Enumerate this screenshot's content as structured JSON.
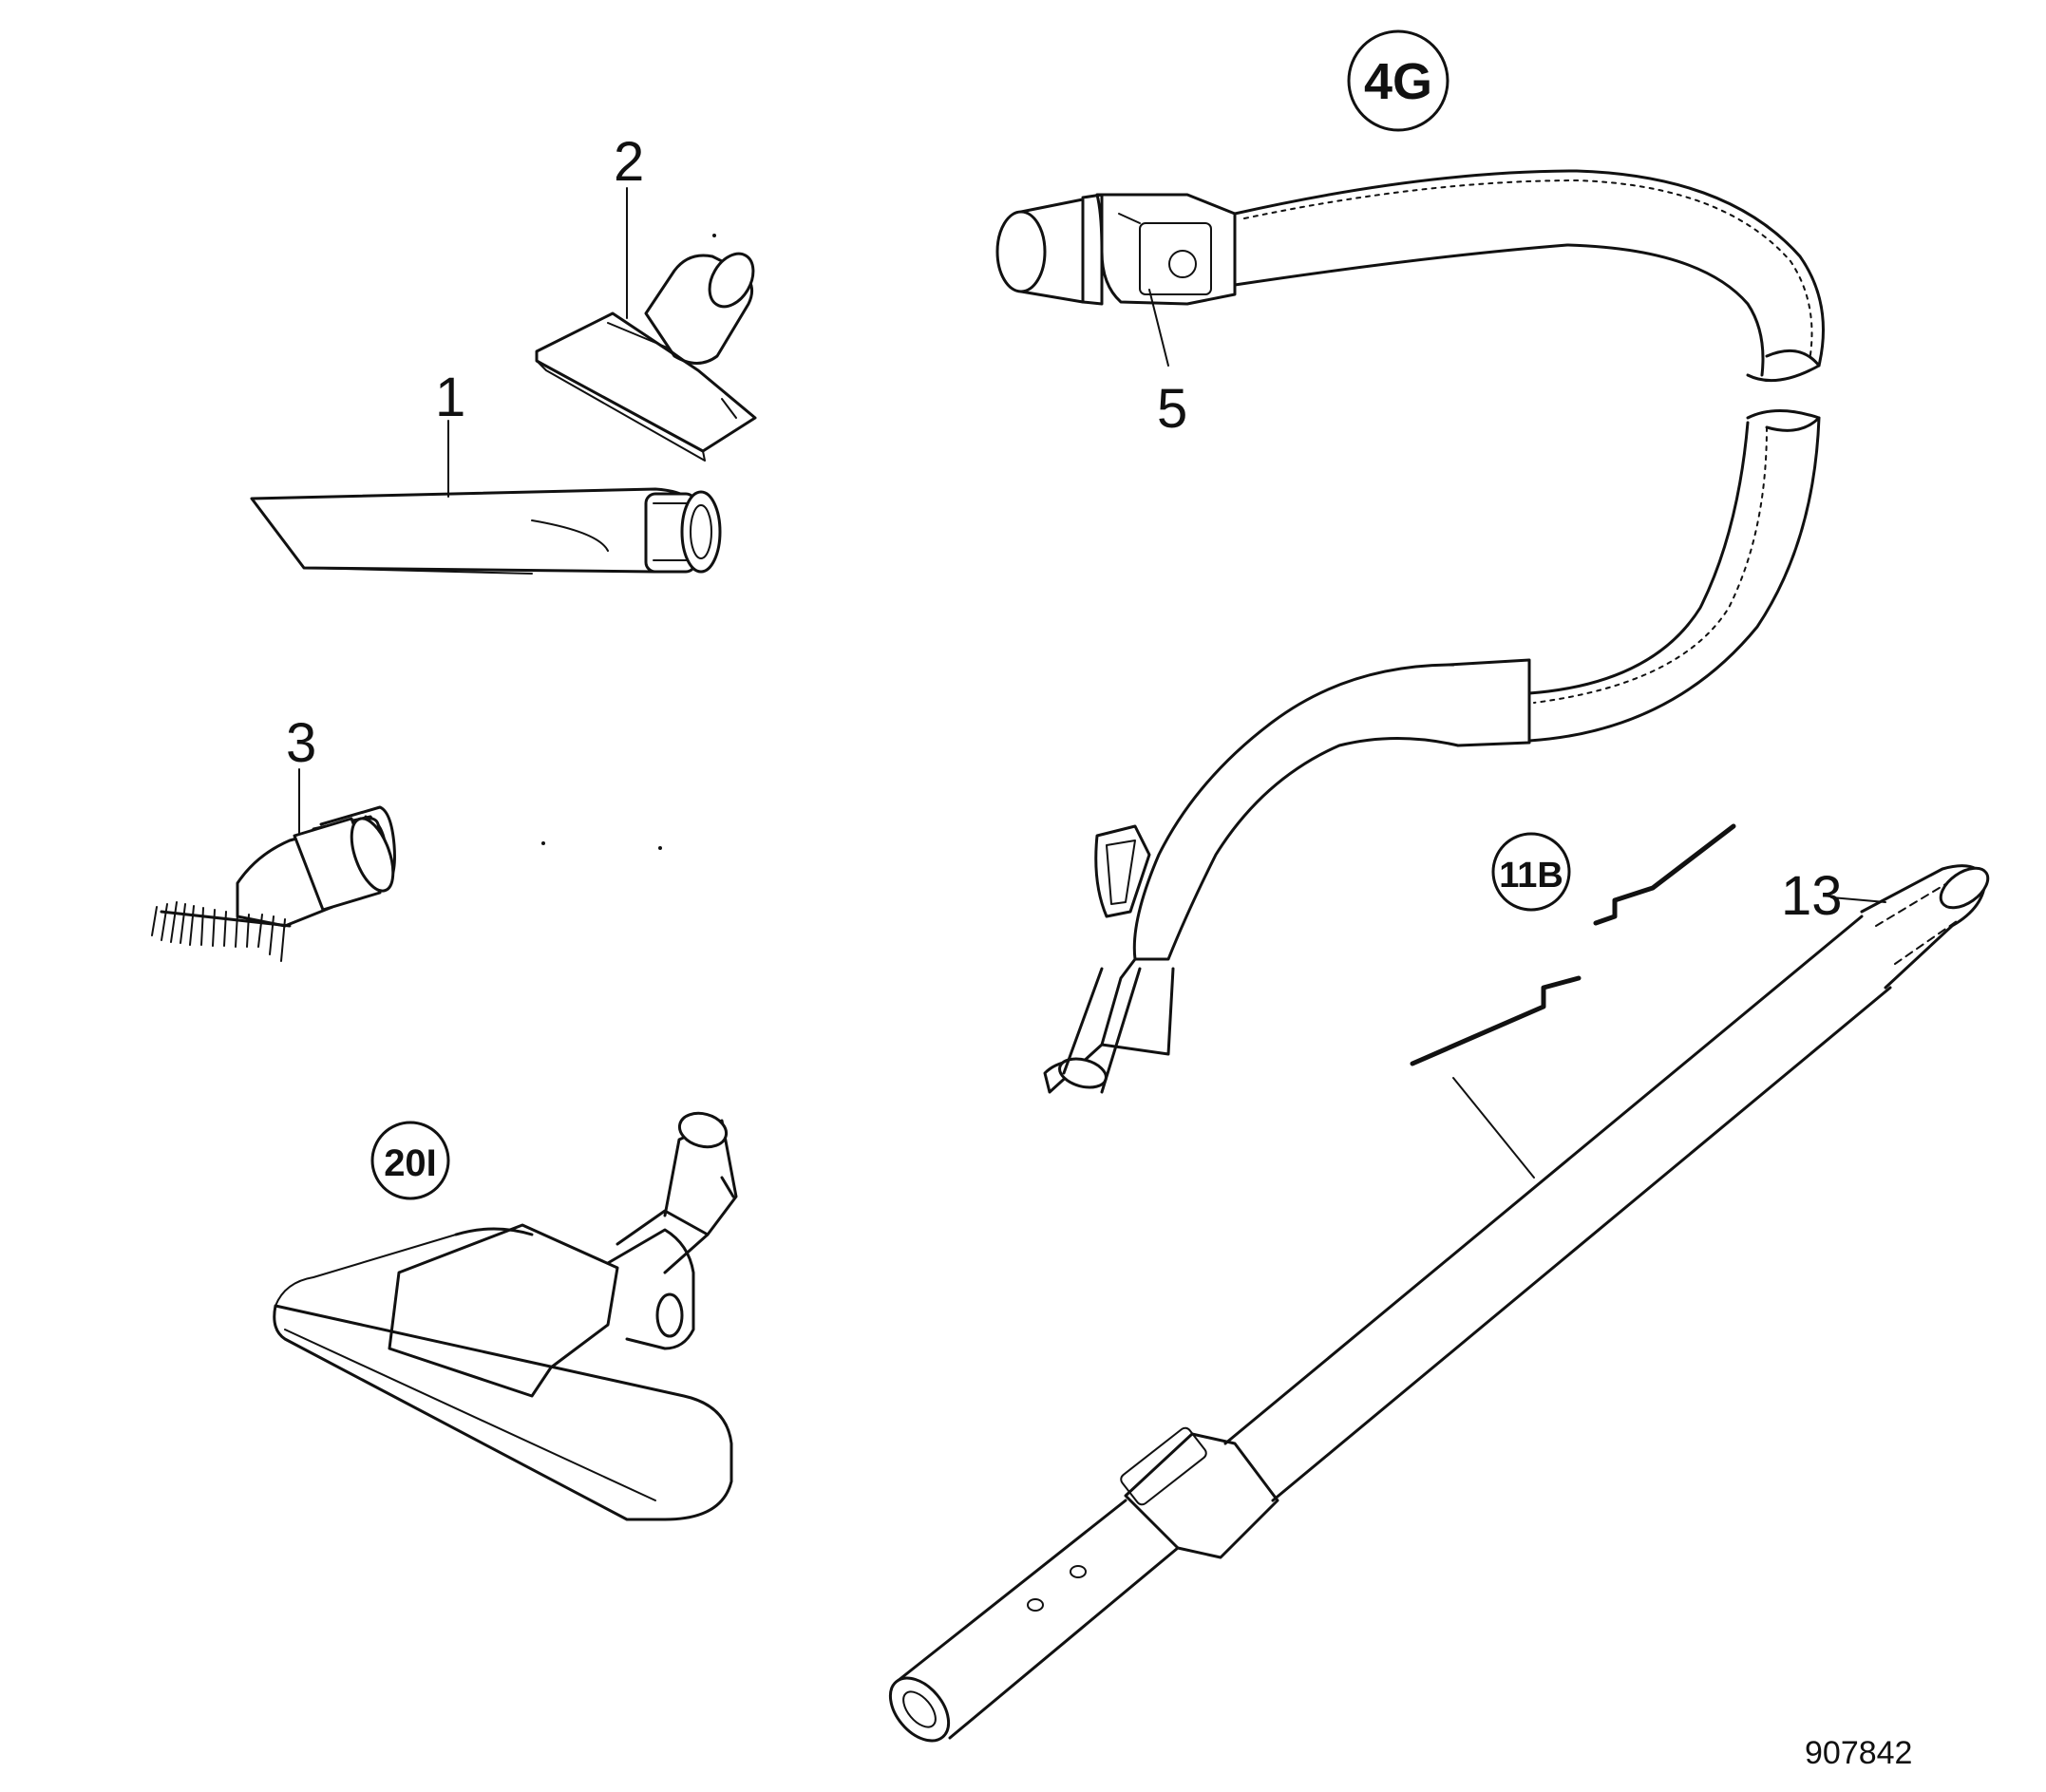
{
  "labels": {
    "crevice_tool": "1",
    "upholstery_nozzle": "2",
    "dusting_brush": "3",
    "hose_assembly": "4G",
    "hose_swivel": "5",
    "wand_assembly": "11B",
    "wand_section": "13",
    "floor_nozzle": "20I"
  },
  "figure_code": "907842"
}
